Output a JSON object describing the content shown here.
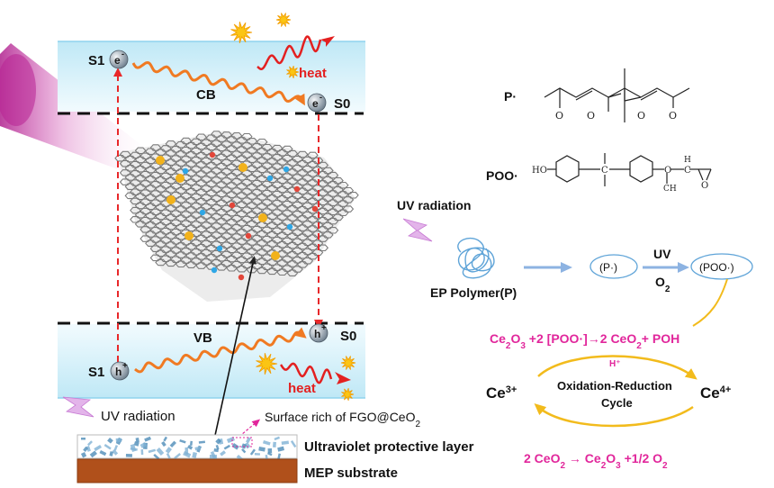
{
  "band_top": {
    "state_left": "S1",
    "electron": "e",
    "electron_charge": "-",
    "heat": "heat",
    "band": "CB",
    "state_right": "S0"
  },
  "band_bottom": {
    "band": "VB",
    "hole": "h",
    "hole_charge": "+",
    "state_right": "S0",
    "state_left": "S1",
    "heat": "heat"
  },
  "left_uv": "UV radiation",
  "surface_label_pre": "Surface rich of FGO@CeO",
  "surface_label_sub": "2",
  "layer_protective": "Ultraviolet protective layer",
  "layer_substrate": "MEP substrate",
  "mol_p_label": "P·",
  "mol_poo_label": "POO·",
  "mol_text": {
    "ho": "HO",
    "c": "C",
    "o": "O",
    "ch2": "C",
    "h2": "H",
    "h": "H"
  },
  "right_uv": "UV radiation",
  "polymer_label": "EP Polymer(P)",
  "radical_p": "(P·)",
  "radical_poo": "(POO·)",
  "arrow_uv": "UV",
  "arrow_o2_main": "O",
  "arrow_o2_sub": "2",
  "reaction1": {
    "t1": "Ce",
    "s1": "2",
    "t2": "O",
    "s2": "3",
    "t3": " +2 [POO·]→2 CeO",
    "s3": "2",
    "t4": "+ POH"
  },
  "h_plus": "H⁺",
  "ce3_base": "Ce",
  "ce3_sup": "3+",
  "ce4_base": "Ce",
  "ce4_sup": "4+",
  "cycle_line1": "Oxidation-Reduction",
  "cycle_line2": "Cycle",
  "reaction2": {
    "t1": "2 CeO",
    "s1": "2",
    "t2": " → Ce",
    "s2": "2",
    "t3": "O",
    "s3": "3",
    "t4": " +1/2 O",
    "s4": "2"
  },
  "colors": {
    "band_fill": "#cdeef8",
    "dashed_red": "#e8282a",
    "wave_orange": "#f07a22",
    "heat_red": "#e32020",
    "magenta": "#e1269b",
    "cycle_yellow": "#f2bb1c",
    "arrow_blue": "#8db3e2",
    "substrate": "#b0501b"
  }
}
